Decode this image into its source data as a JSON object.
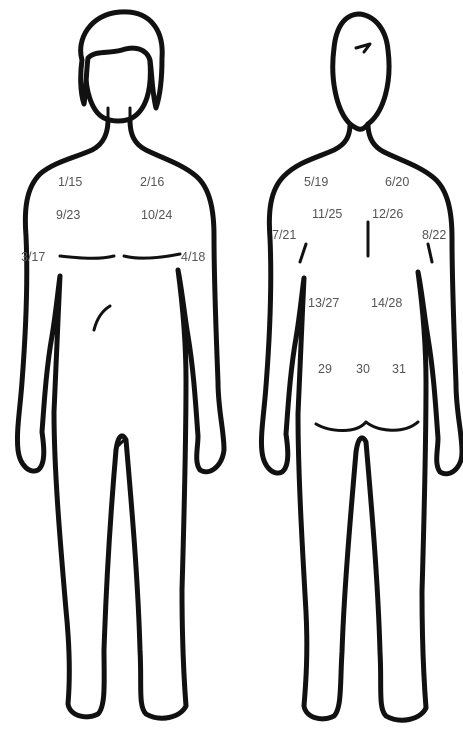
{
  "front_view": {
    "labels": [
      "1/15",
      "2/16",
      "9/23",
      "10/24",
      "3/17",
      "4/18"
    ]
  },
  "back_view": {
    "labels": [
      "5/19",
      "6/20",
      "11/25",
      "12/26",
      "7/21",
      "8/22",
      "13/27",
      "14/28",
      "29",
      "30",
      "31"
    ]
  },
  "colors": {
    "outline": "#111111",
    "label": "#555555",
    "background": "#ffffff"
  }
}
